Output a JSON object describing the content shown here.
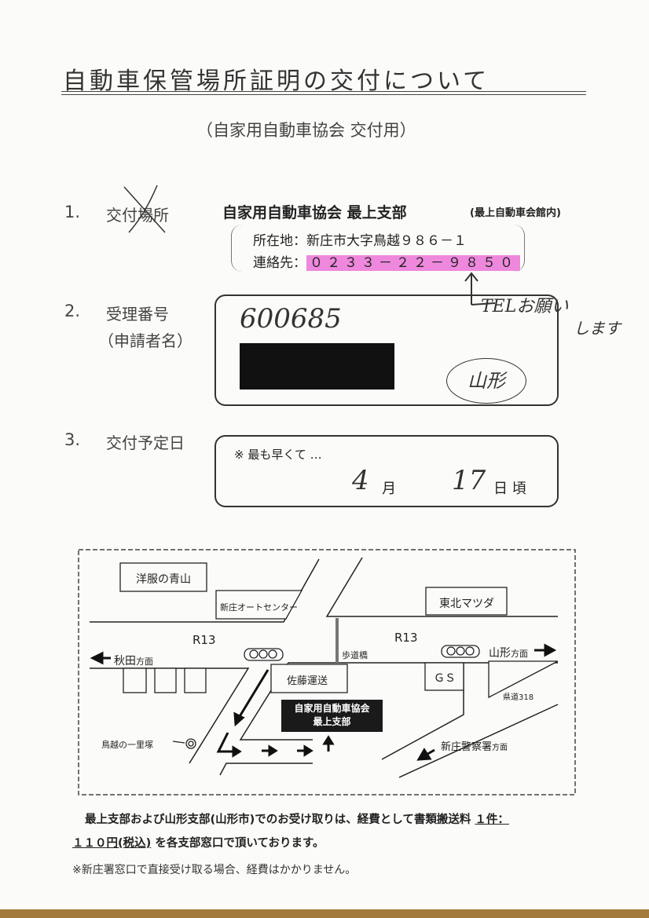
{
  "title": "自動車保管場所証明の交付について",
  "subtitle": "（自家用自動車協会 交付用）",
  "section1": {
    "number": "1.",
    "label": "交付場所",
    "org": "自家用自動車協会 最上支部",
    "org_note": "(最上自動車会館内)",
    "address_label": "所在地：",
    "address": "新庄市大字鳥越９８６－１",
    "contact_label": "連絡先：",
    "phone": "０２３３－２２－９８５０",
    "highlight_color": "#ee88dd",
    "handwritten_note_line1": "TELお願い",
    "handwritten_note_line2": "します"
  },
  "section2": {
    "number": "2.",
    "label": "受理番号",
    "label2": "（申請者名）",
    "receipt_number": "600685",
    "stamp": "山形"
  },
  "section3": {
    "number": "3.",
    "label": "交付予定日",
    "note": "※ 最も早くて …",
    "month": "4",
    "month_unit": "月",
    "day": "17",
    "day_unit": "日 頃"
  },
  "map": {
    "aoyama": "洋服の青山",
    "auto_center": "新庄オートセンター",
    "mazda": "東北マツダ",
    "r13_left": "R13",
    "r13_right": "R13",
    "akita": "秋田",
    "akita_dir": "方面",
    "yamagata": "山形",
    "yamagata_dir": "方面",
    "footbridge": "歩道橋",
    "sato": "佐藤運送",
    "gs": "ＧＳ",
    "route318": "県道318",
    "kyokai_line1": "自家用自動車協会",
    "kyokai_line2": "最上支部",
    "ichirizuka": "鳥越の一里塚",
    "police": "新庄警察署",
    "police_dir": "方面"
  },
  "footer": {
    "line1_a": "最上支部および山形支部(山形市)でのお受け取りは、経費として書類搬送料",
    "line1_b": "１件：",
    "line2_a": "１１０円(税込)",
    "line2_b": "を各支部窓口で頂いております。",
    "note": "※新庄署窓口で直接受け取る場合、経費はかかりません。"
  }
}
